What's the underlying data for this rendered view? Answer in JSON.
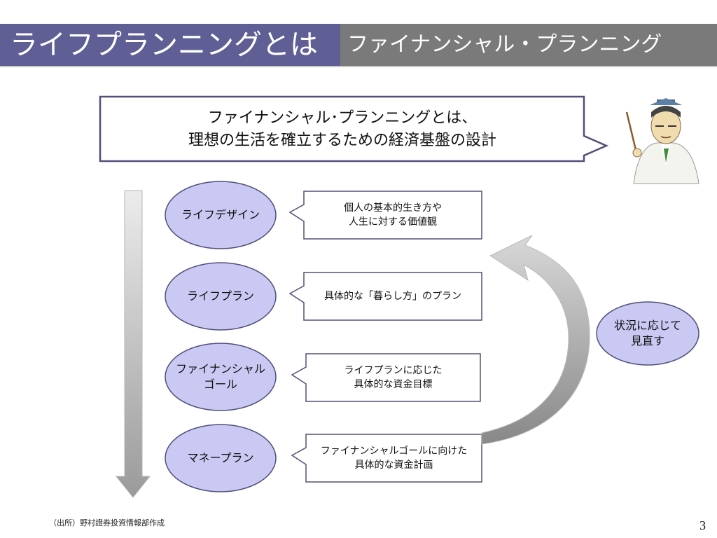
{
  "header": {
    "title": "ライフプランニングとは",
    "subtitle": "ファイナンシャル・プランニング"
  },
  "callout": {
    "line1": "ファイナンシャル･プランニングとは、",
    "line2": "理想の生活を確立するための経済基盤の設計"
  },
  "steps": [
    {
      "label": "ライフデザイン",
      "description": "個人の基本的生き方や\n人生に対する価値観"
    },
    {
      "label": "ライフプラン",
      "description": "具体的な「暮らし方」のプラン"
    },
    {
      "label": "ファイナンシャル\nゴール",
      "description": "ライフプランに応じた\n具体的な資金目標"
    },
    {
      "label": "マネープラン",
      "description": "ファイナンシャルゴールに向けた\n具体的な資金計画"
    }
  ],
  "review": {
    "label": "状況に応じて\n見直す"
  },
  "footer": {
    "source": "（出所）野村證券投資情報部作成",
    "page_number": "3"
  },
  "colors": {
    "header_left": "#5f5f95",
    "header_right": "#7a7a7a",
    "oval_fill": "#c9c9f3",
    "border": "#50507a"
  }
}
